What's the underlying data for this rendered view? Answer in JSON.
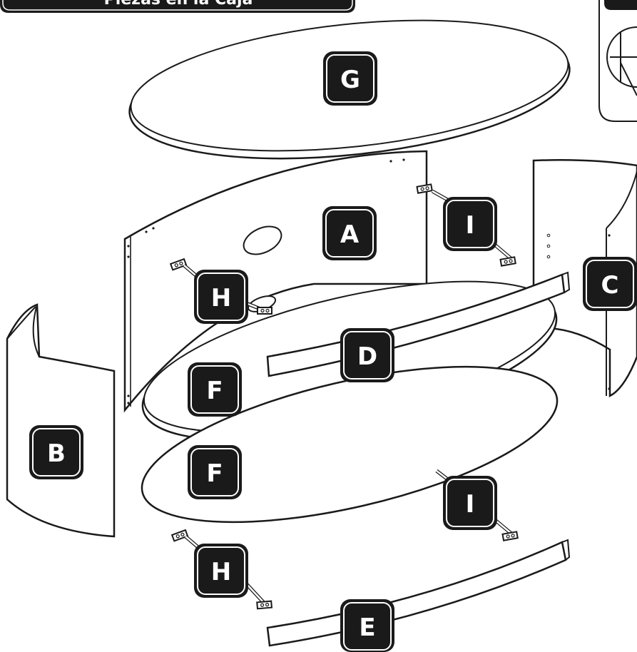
{
  "header": {
    "banner_title": "Piezas en la Caja"
  },
  "parts": {
    "G": "G",
    "A": "A",
    "I_top": "I",
    "C": "C",
    "H_top": "H",
    "D": "D",
    "F_top": "F",
    "B": "B",
    "F_bottom": "F",
    "I_bottom": "I",
    "H_bottom": "H",
    "E": "E"
  },
  "colors": {
    "ink": "#1a1a1a",
    "label_fill": "#1a1a1a",
    "label_text": "#ffffff",
    "paper": "#ffffff"
  }
}
